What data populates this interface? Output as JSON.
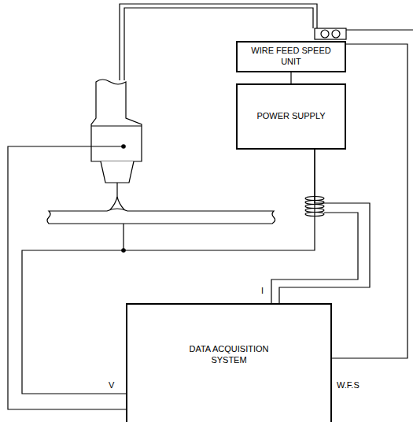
{
  "diagram": {
    "nodes": [
      {
        "text": [
          "WIRE FEED SPEED UNIT"
        ]
      },
      {
        "text": [
          "POWER SUPPLY"
        ]
      },
      {
        "text": [
          "DATA ACQUISITION SYSTEM"
        ]
      }
    ],
    "edges": [
      {
        "from": 0,
        "to": 1,
        "arrow": "none"
      },
      {
        "from": 1,
        "to": 2,
        "arrow": "none"
      },
      {
        "from": 0,
        "to": 2,
        "arrow": "none"
      }
    ],
    "labels": [
      "I",
      "V",
      "W.F.S"
    ]
  }
}
